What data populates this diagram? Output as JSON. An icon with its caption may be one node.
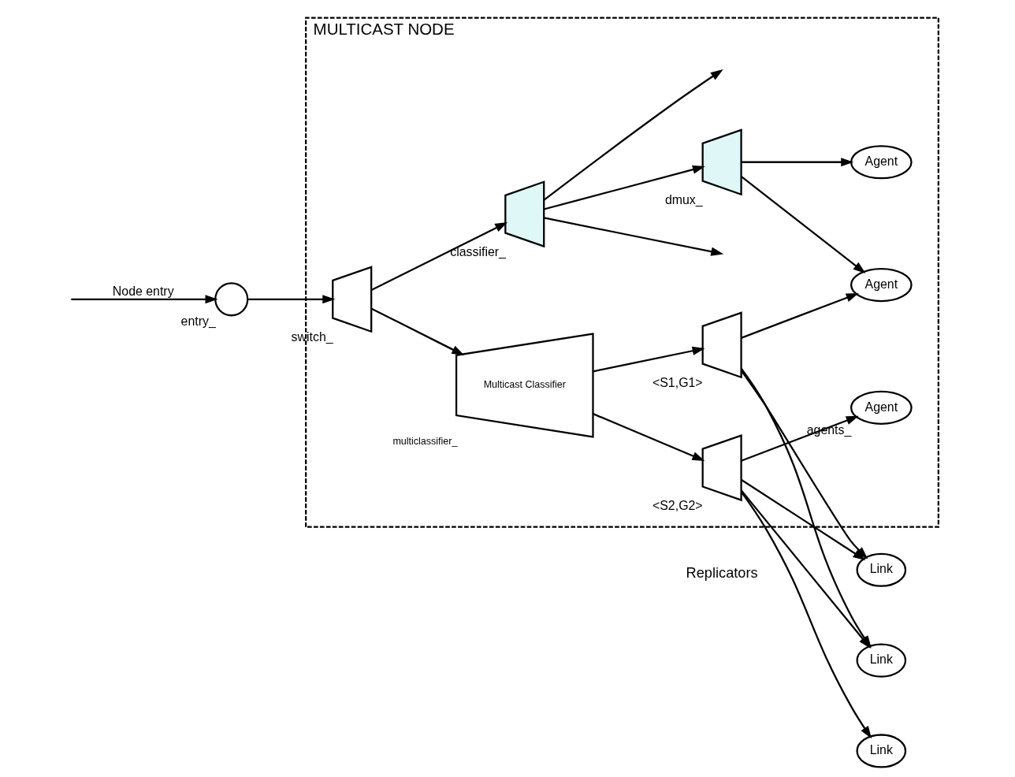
{
  "diagram": {
    "nodes": [
      {
        "text": [
          "MULTICAST NODE"
        ]
      },
      {
        "text": [],
        "shape": "circle",
        "beside": [
          "entry_"
        ]
      },
      {
        "text": [],
        "shape": "trapezoid",
        "beside": [
          "switch_"
        ],
        "in": 0
      },
      {
        "text": [],
        "shape": "trapezoid",
        "beside": [
          "classifier_"
        ],
        "in": 0
      },
      {
        "text": [],
        "shape": "trapezoid",
        "beside": [
          "dmux_"
        ],
        "in": 0
      },
      {
        "text": [
          "Agent"
        ],
        "in": 0
      },
      {
        "text": [
          "Agent"
        ],
        "in": 0
      },
      {
        "text": [
          "Agent"
        ],
        "beside": [
          "agents_"
        ],
        "in": 0
      },
      {
        "text": [
          "Multicast Classifier"
        ],
        "beside": [
          "multiclassifier_"
        ],
        "in": 0
      },
      {
        "text": [],
        "shape": "trapezoid",
        "beside": [
          "<S1,G1>"
        ],
        "in": 0
      },
      {
        "text": [],
        "shape": "trapezoid",
        "beside": [
          "<S2,G2>"
        ],
        "in": 0
      },
      {
        "text": [
          "Link"
        ]
      },
      {
        "text": [
          "Link"
        ]
      },
      {
        "text": [
          "Link"
        ]
      }
    ],
    "edges": [
      {
        "from": null,
        "to": 1,
        "arrow": "to",
        "label": "Node entry"
      },
      {
        "from": 1,
        "to": 2,
        "arrow": "to"
      },
      {
        "from": 2,
        "to": 3,
        "arrow": "to"
      },
      {
        "from": 2,
        "to": 8,
        "arrow": "to"
      },
      {
        "from": 3,
        "to": 4,
        "arrow": "to"
      },
      {
        "from": 4,
        "to": 5,
        "arrow": "to"
      },
      {
        "from": 4,
        "to": 6,
        "arrow": "to"
      },
      {
        "from": 3,
        "to": null,
        "arrow": "to"
      },
      {
        "from": 3,
        "to": null,
        "arrow": "to"
      },
      {
        "from": 8,
        "to": 9,
        "arrow": "to"
      },
      {
        "from": 8,
        "to": 10,
        "arrow": "to"
      },
      {
        "from": 9,
        "to": 6,
        "arrow": "to"
      },
      {
        "from": 9,
        "to": 13,
        "arrow": "to"
      },
      {
        "from": 9,
        "to": 12,
        "arrow": "to"
      },
      {
        "from": 10,
        "to": 7,
        "arrow": "to"
      },
      {
        "from": 10,
        "to": 13,
        "arrow": "to"
      },
      {
        "from": 10,
        "to": 12,
        "arrow": "to"
      },
      {
        "from": 10,
        "to": 11,
        "arrow": "to"
      }
    ],
    "labels": [
      "Replicators"
    ]
  }
}
